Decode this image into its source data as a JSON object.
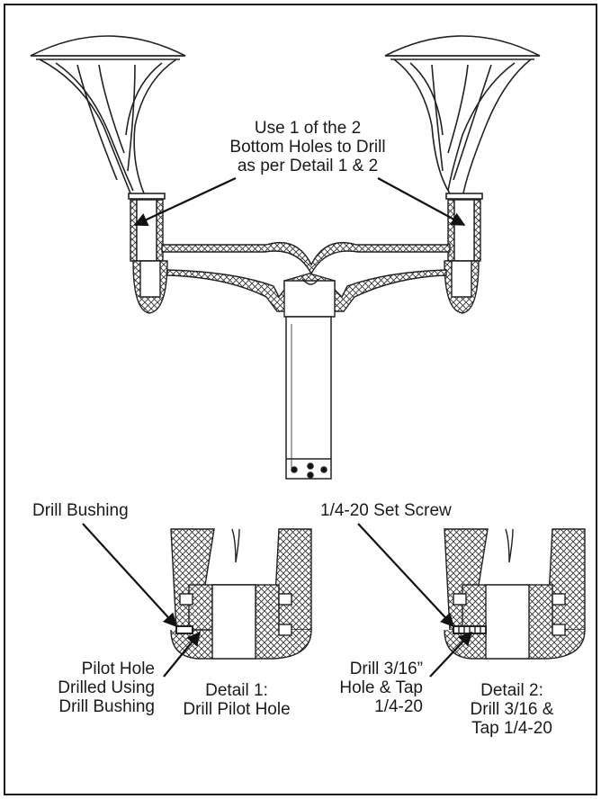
{
  "callouts": {
    "bottom_holes": "Use 1 of the 2\nBottom Holes to Drill\nas per Detail 1 & 2",
    "drill_bushing": "Drill Bushing",
    "set_screw": "1/4-20 Set Screw",
    "pilot_hole": "Pilot Hole\nDrilled Using\nDrill Bushing",
    "detail1": "Detail 1:\nDrill Pilot Hole",
    "drill_tap": "Drill 3/16”\nHole & Tap\n1/4-20",
    "detail2": "Detail 2:\nDrill 3/16 &\nTap 1/4-20"
  }
}
